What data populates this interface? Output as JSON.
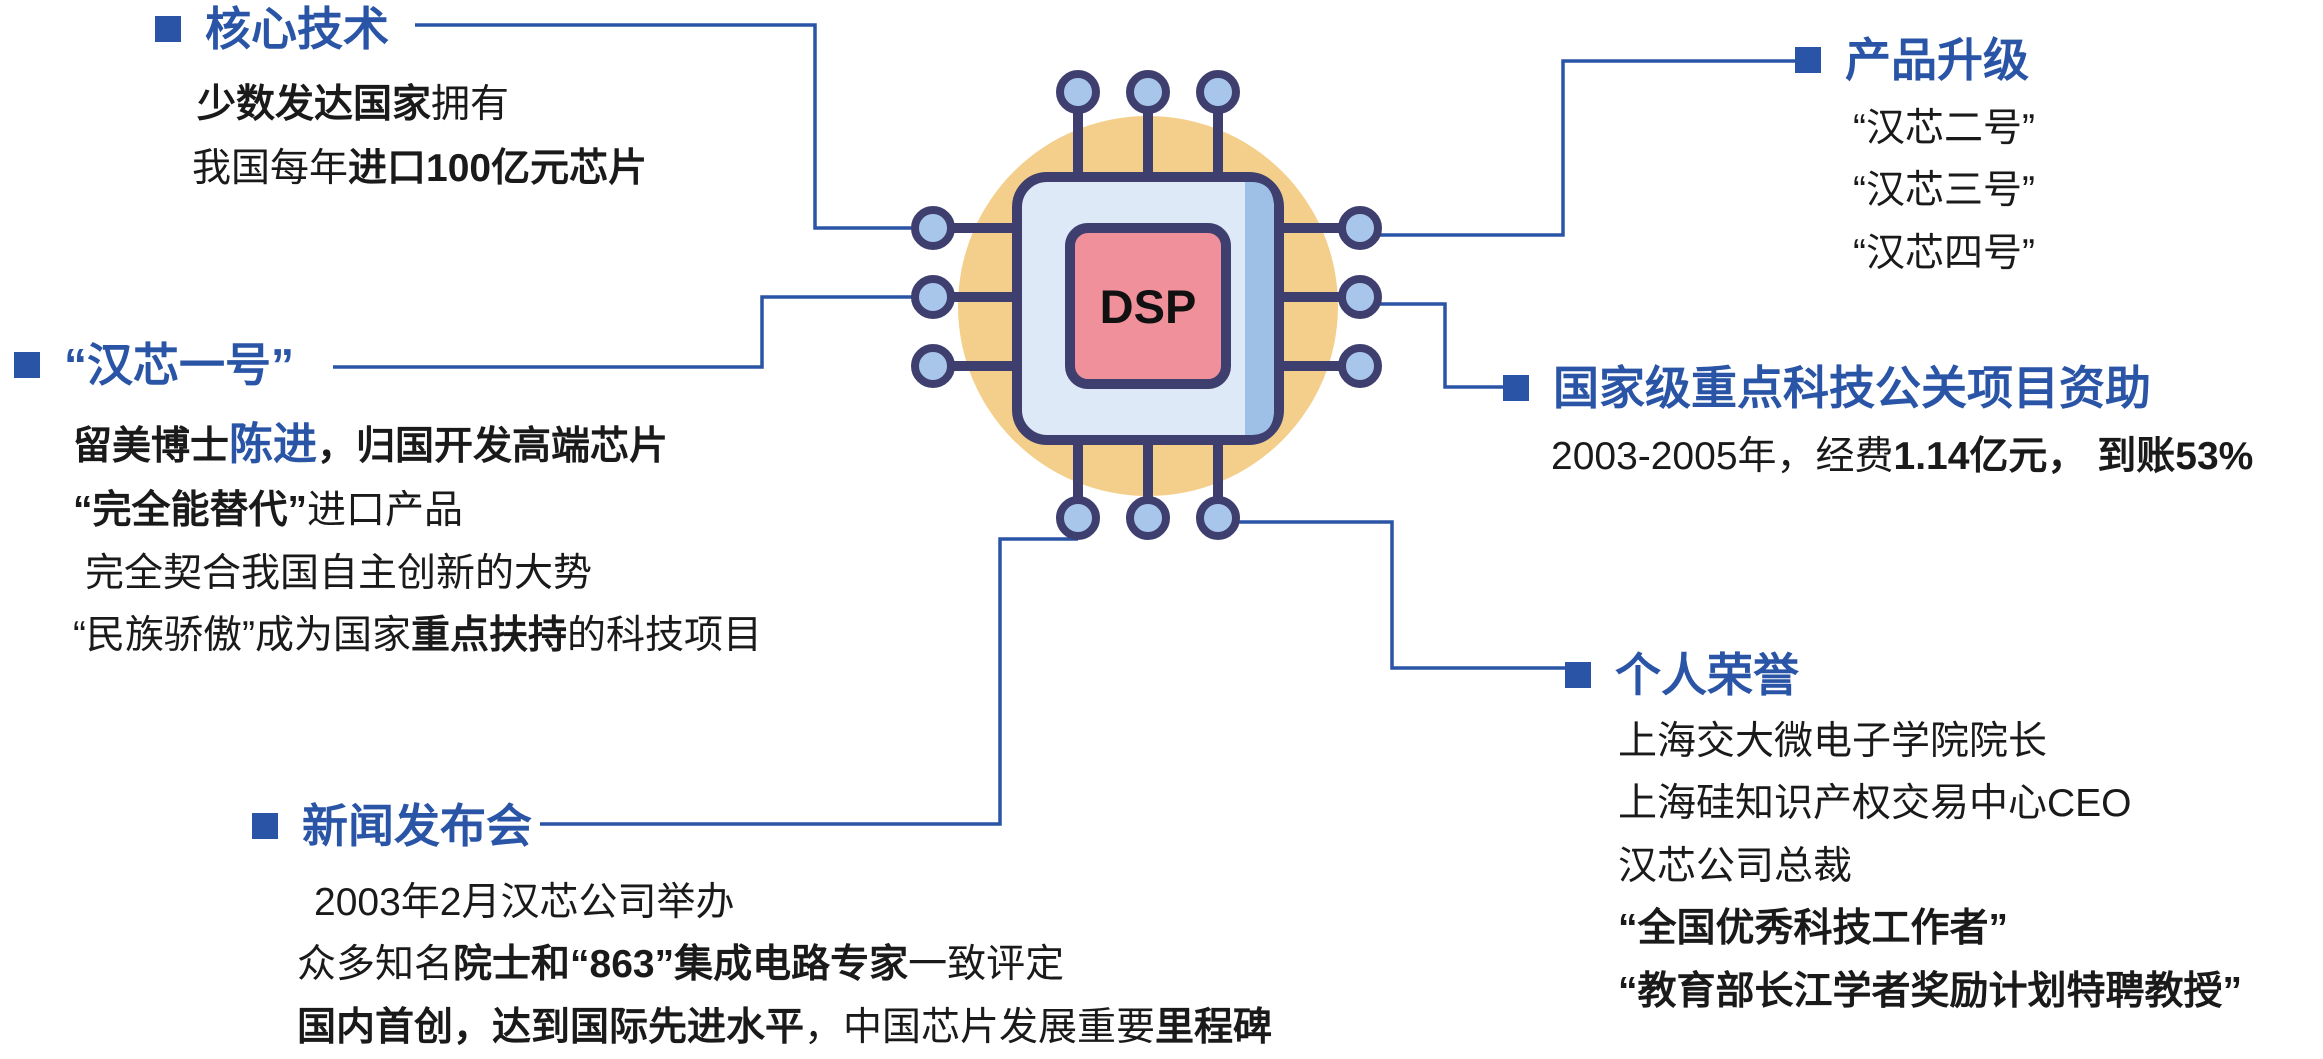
{
  "chip": {
    "label": "DSP"
  },
  "colors": {
    "accent": "#2a55a6",
    "chip_halo": "#f3cf8b",
    "chip_body": "#dde9f7",
    "chip_core": "#f0909a",
    "chip_outline": "#3e3f6e",
    "pin_fill": "#a8c6ea"
  },
  "sections": {
    "core_tech": {
      "title": "核心技术",
      "l1a": "少数发达国家",
      "l1b": "拥有",
      "l2a": "我国每年",
      "l2b": "进口100亿元芯片"
    },
    "hanxin1": {
      "title": "“汉芯一号”",
      "l1a": "留美博士",
      "l1b": "陈进",
      "l1c": "，归国开发高端芯片",
      "l2a": "“完全能替代”",
      "l2b": "进口产品",
      "l3": "完全契合我国自主创新的大势",
      "l4a": "“民族骄傲”成为国家",
      "l4b": "重点扶持",
      "l4c": "的科技项目"
    },
    "press": {
      "title": "新闻发布会",
      "l1": "2003年2月汉芯公司举办",
      "l2a": "众多知名",
      "l2b": "院士和“863”集成电路专家",
      "l2c": "一致评定",
      "l3a": "国内首创，达到国际先进水平",
      "l3b": "，中国芯片发展重要",
      "l3c": "里程碑"
    },
    "upgrade": {
      "title": "产品升级",
      "items": [
        "“汉芯二号”",
        "“汉芯三号”",
        "“汉芯四号”"
      ]
    },
    "funding": {
      "title": "国家级重点科技公关项目资助",
      "l1a": "2003-2005年，经费",
      "l1b": "1.14亿元",
      "l1c": "， 到账53%"
    },
    "honor": {
      "title": "个人荣誉",
      "l1": "上海交大微电子学院院长",
      "l2": "上海硅知识产权交易中心CEO",
      "l3": "汉芯公司总裁",
      "l4": "“全国优秀科技工作者”",
      "l5": "“教育部长江学者奖励计划特聘教授”"
    }
  }
}
